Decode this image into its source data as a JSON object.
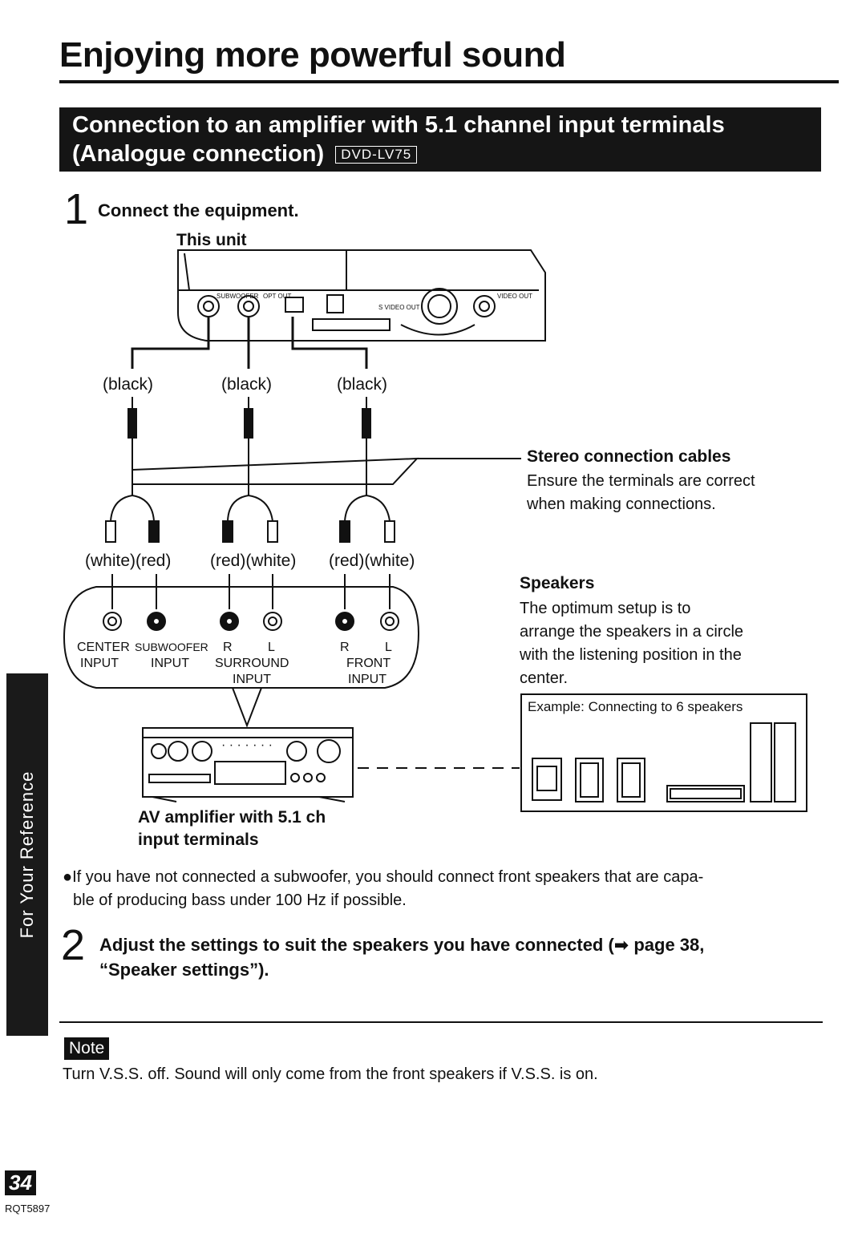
{
  "title": "Enjoying more powerful sound",
  "banner": {
    "line1": "Connection to an amplifier with 5.1 channel input terminals",
    "line2": "(Analogue connection)",
    "model": "DVD-LV75"
  },
  "step1": {
    "number": "1",
    "text": "Connect the equipment."
  },
  "diagram": {
    "unit_label": "This unit",
    "unit_ports": [
      "SUBWOOFER",
      "OPT OUT",
      "S VIDEO OUT",
      "VIDEO OUT"
    ],
    "plug_colors_top": [
      "(black)",
      "(black)",
      "(black)"
    ],
    "plug_colors_bottom": [
      "(white)(red)",
      "(red)(white)",
      "(red)(white)"
    ],
    "terminals": {
      "center": "CENTER",
      "center_input": "INPUT",
      "subwoofer": "SUBWOOFER",
      "subwoofer_input": "INPUT",
      "r": "R",
      "l": "L",
      "surround": "SURROUND",
      "surround_input": "INPUT",
      "front": "FRONT",
      "front_input": "INPUT"
    },
    "amp_label_line1": "AV amplifier with 5.1 ch",
    "amp_label_line2": "input terminals"
  },
  "stereo_cables": {
    "label": "Stereo connection cables",
    "text_line1": "Ensure the terminals are correct",
    "text_line2": "when making connections."
  },
  "speakers": {
    "label": "Speakers",
    "lines": [
      "The optimum setup is to",
      "arrange the speakers in a circle",
      "with the listening position in the",
      "center."
    ],
    "example": "Example:  Connecting to 6 speakers"
  },
  "bullet": {
    "line1": "●If you have not connected a subwoofer, you should connect front speakers that are capa-",
    "line2": "ble of producing bass under 100 Hz if possible."
  },
  "step2": {
    "number": "2",
    "line1": "Adjust the settings to suit the speakers you have connected (➡ page 38,",
    "line2": "“Speaker settings”)."
  },
  "side_tab": "For Your Reference",
  "note": {
    "badge": "Note",
    "text": "Turn V.S.S. off. Sound will only come from the front speakers if V.S.S. is on."
  },
  "page_number": "34",
  "doc_code": "RQT5897"
}
